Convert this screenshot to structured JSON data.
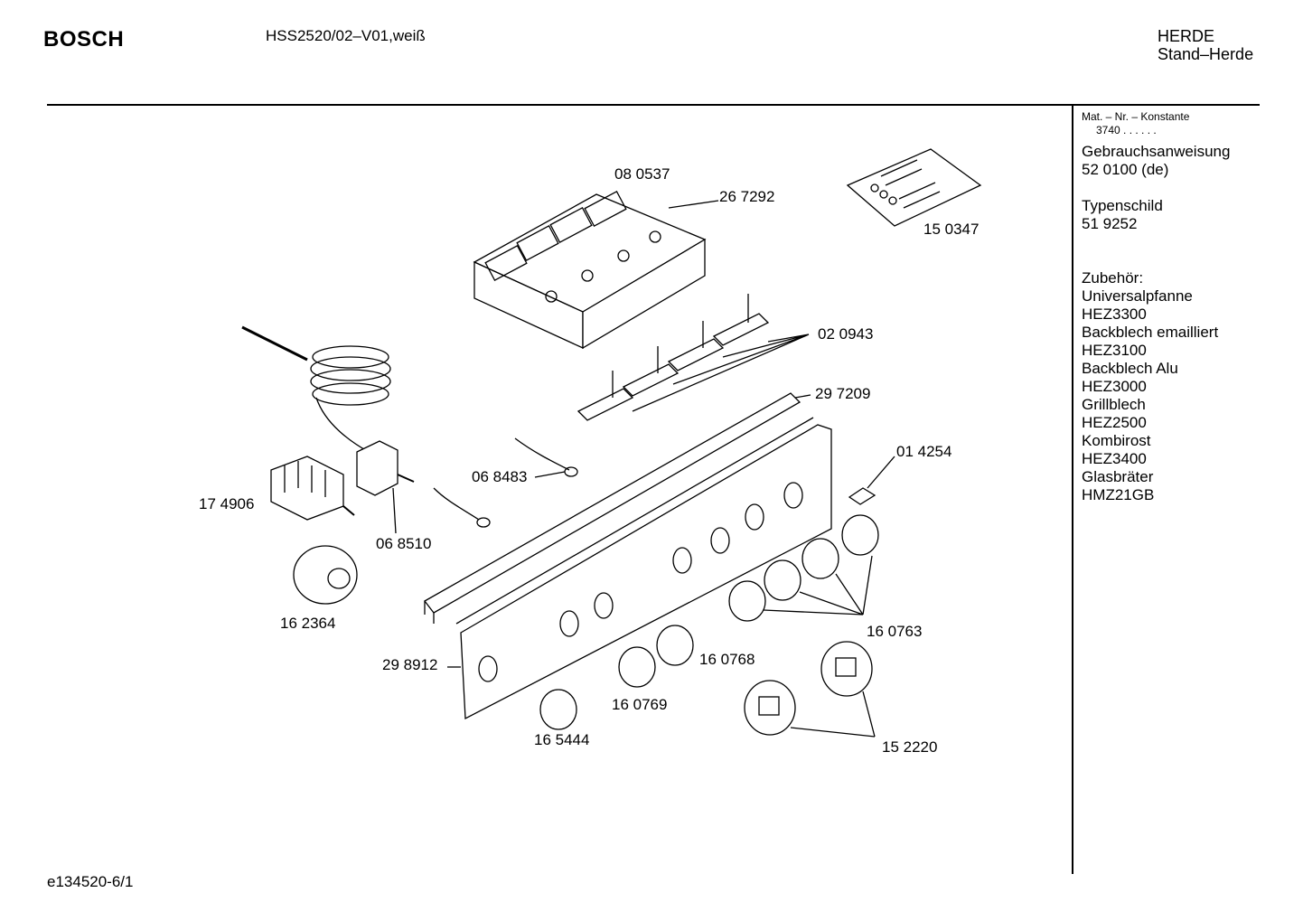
{
  "header": {
    "brand": "BOSCH",
    "model": "HSS2520/02–V01,weiß",
    "category": [
      "HERDE",
      "Stand–Herde"
    ]
  },
  "sidebar": {
    "mat_nr_label": "Mat. – Nr. – Konstante",
    "mat_nr_value": "3740 . . . . . .",
    "manual_label": "Gebrauchsanweisung",
    "manual_value": "52 0100 (de)",
    "typeplate_label": "Typenschild",
    "typeplate_value": "51 9252",
    "accessories_label": "Zubehör:",
    "accessories": [
      "Universalpfanne",
      "HEZ3300",
      "Backblech emailliert",
      "HEZ3100",
      "Backblech Alu",
      "HEZ3000",
      "Grillblech",
      "HEZ2500",
      "Kombirost",
      "HEZ3400",
      "Glasbräter",
      "HMZ21GB"
    ]
  },
  "parts": {
    "p080537": "08 0537",
    "p267292": "26 7292",
    "p150347": "15 0347",
    "p020943": "02 0943",
    "p297209": "29 7209",
    "p014254": "01 4254",
    "p068483": "06 8483",
    "p174906": "17 4906",
    "p068510": "06 8510",
    "p162364": "16 2364",
    "p160763": "16 0763",
    "p160768": "16 0768",
    "p298912": "29 8912",
    "p160769": "16 0769",
    "p165444": "16 5444",
    "p152220": "15 2220"
  },
  "footer": {
    "code": "e134520-6/1"
  }
}
